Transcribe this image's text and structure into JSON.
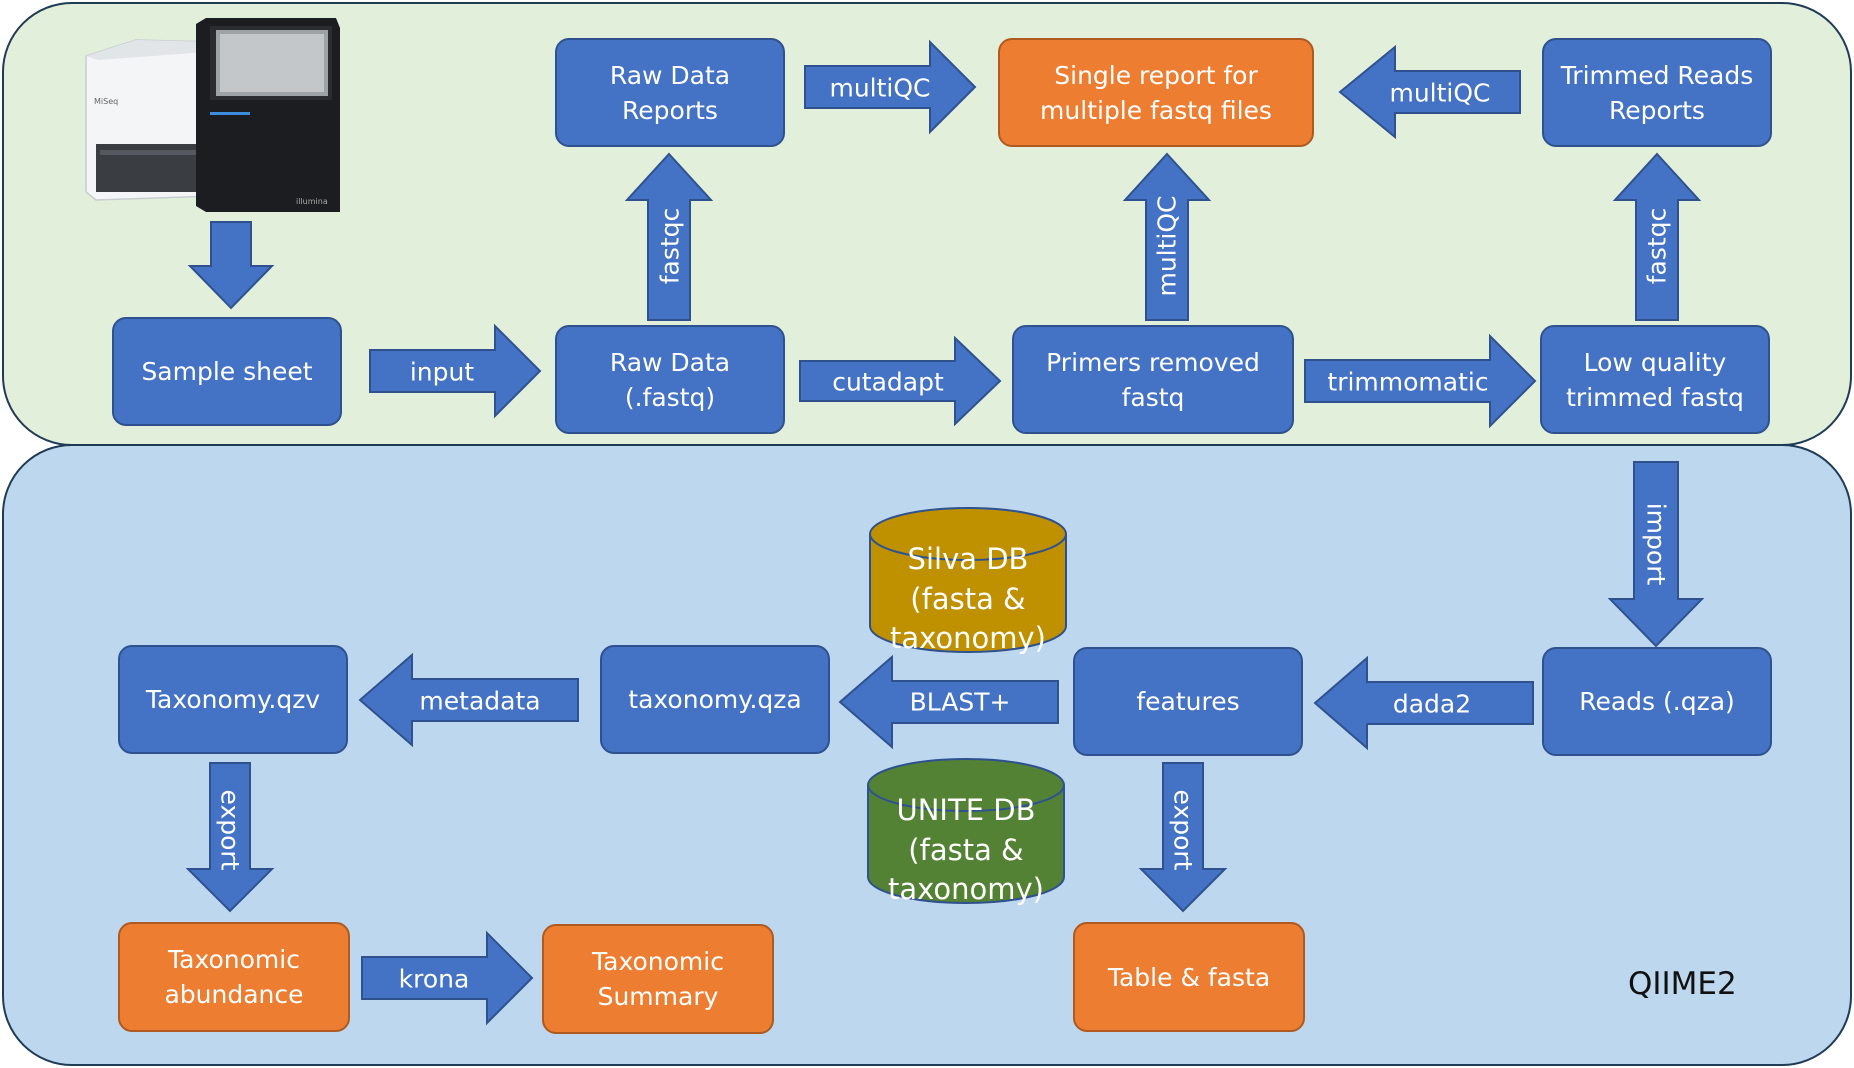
{
  "panels": {
    "top_fill": "#e2efda",
    "bottom_fill": "#bdd7ee",
    "bottom_label": "QIIME2"
  },
  "colors": {
    "box_blue": "#4472c4",
    "box_orange": "#ed7d31",
    "silva": "#bf9000",
    "unite": "#548235"
  },
  "boxes": {
    "sample_sheet": "Sample sheet",
    "raw_data_fastq": "Raw Data\n(.fastq)",
    "raw_data_reports": "Raw Data\nReports",
    "single_report": "Single report for\nmultiple fastq files",
    "trimmed_reports": "Trimmed Reads\nReports",
    "primers_removed": "Primers removed\nfastq",
    "low_quality_trimmed": "Low quality\ntrimmed fastq",
    "reads_qza": "Reads (.qza)",
    "features": "features",
    "taxonomy_qza": "taxonomy.qza",
    "taxonomy_qzv": "Taxonomy.qzv",
    "taxonomic_abundance": "Taxonomic\nabundance",
    "taxonomic_summary": "Taxonomic\nSummary",
    "table_fasta": "Table & fasta"
  },
  "databases": {
    "silva": "Silva DB\n(fasta &\ntaxonomy)",
    "unite": "UNITE DB\n(fasta &\ntaxonomy)"
  },
  "arrows": {
    "input": "input",
    "cutadapt": "cutadapt",
    "trimmomatic": "trimmomatic",
    "fastqc_left": "fastqc",
    "fastqc_right": "fastqc",
    "multiqc_center": "multiQC",
    "multiqc_left": "multiQC",
    "multiqc_right": "multiQC",
    "import": "import",
    "dada2": "dada2",
    "blast": "BLAST+",
    "metadata": "metadata",
    "export_left": "export",
    "export_right": "export",
    "krona": "krona"
  },
  "instrument": {
    "logo_text": "MiSeq",
    "brand_text": "illumina"
  }
}
